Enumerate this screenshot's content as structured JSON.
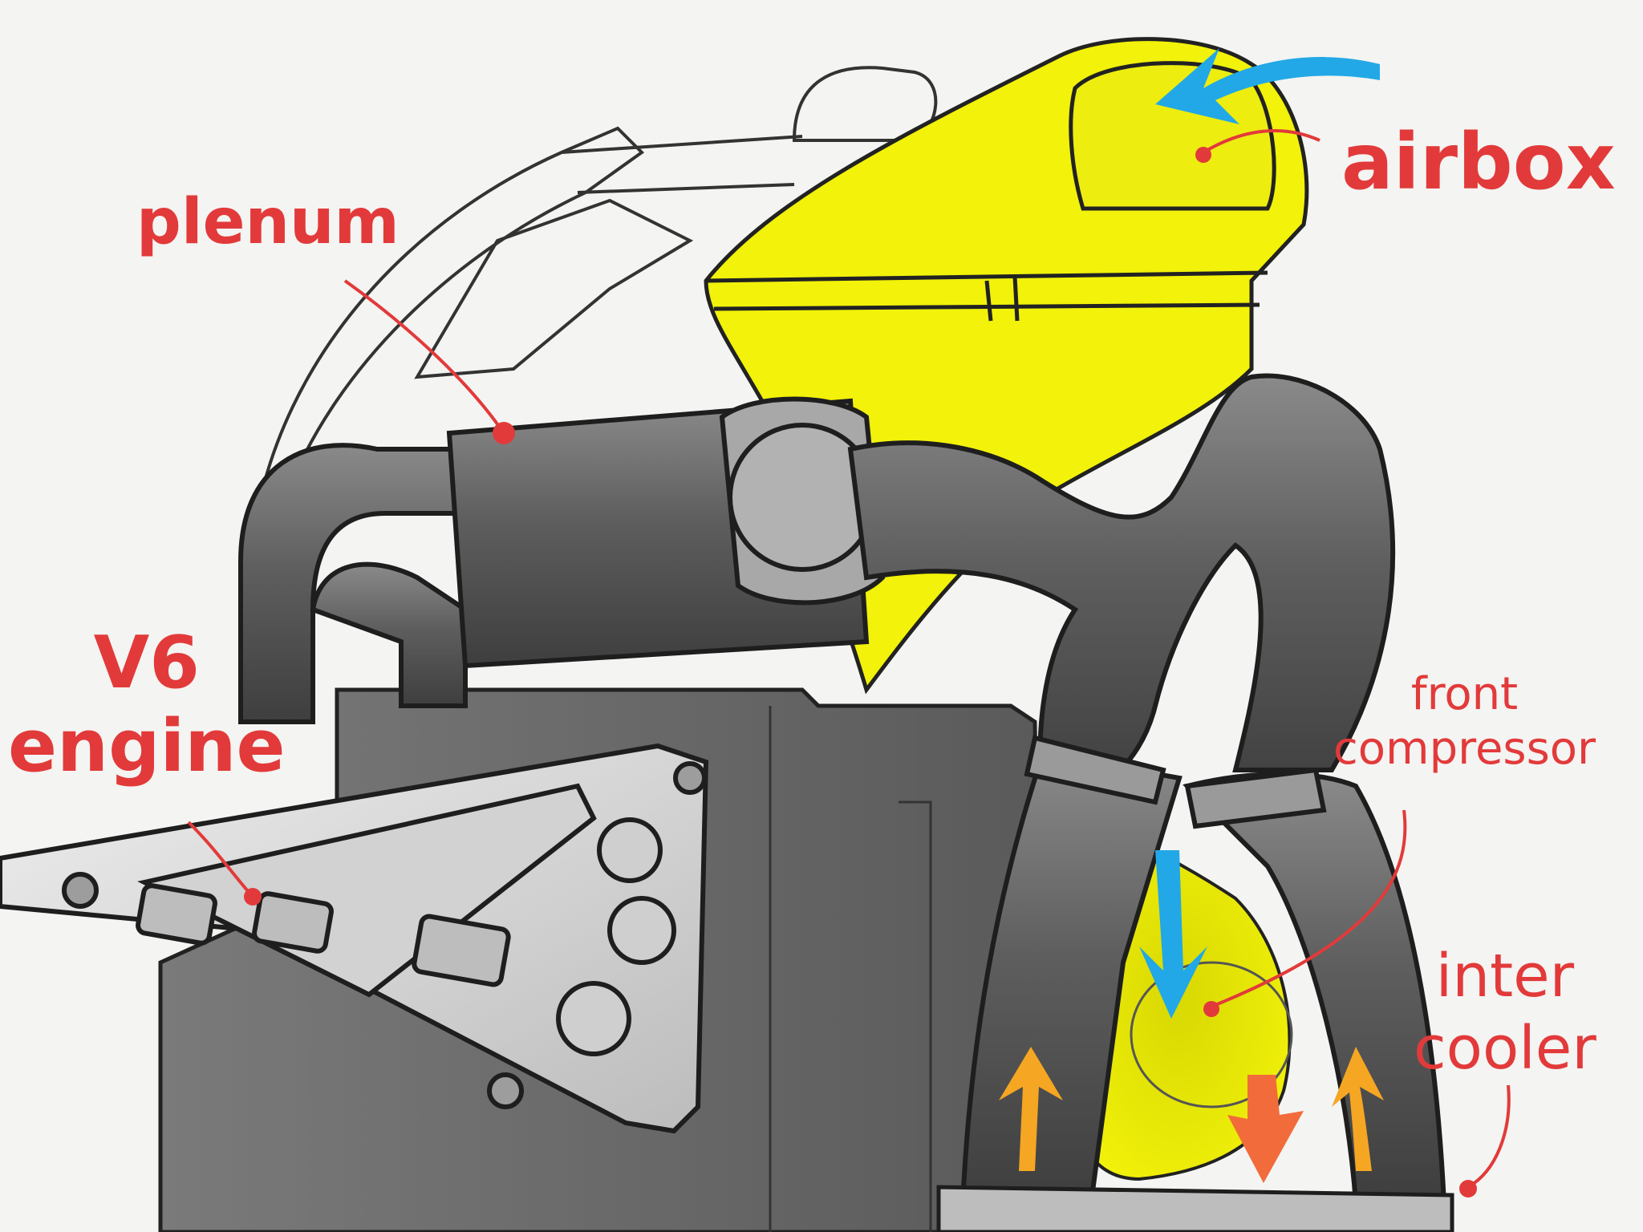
{
  "labels": {
    "airbox": "airbox",
    "plenum": "plenum",
    "engine": [
      "V6",
      "engine"
    ],
    "compressor": [
      "front",
      "compressor"
    ],
    "intercooler": [
      "inter",
      "cooler"
    ]
  },
  "colors": {
    "label_red": "#e23a3a",
    "airbox_yellow": "#f2f20a",
    "inlet_arrow_blue": "#22a8e6",
    "charge_arrow_orange": "#f5a623",
    "exit_arrow_red": "#f26b3a",
    "pipe_dark": "#5b5b5b",
    "block_gray": "#6a6a6a",
    "bracket_light": "#d9d9d9"
  }
}
